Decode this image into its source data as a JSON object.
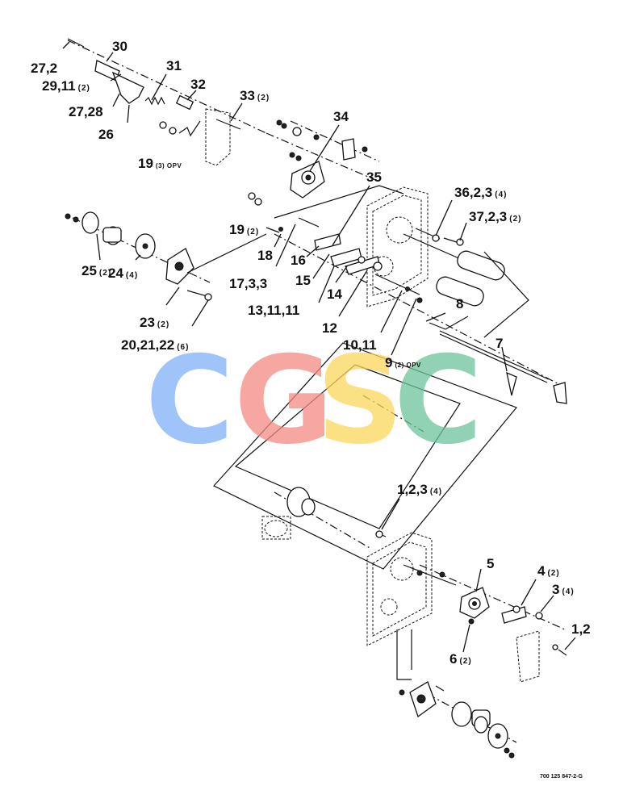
{
  "callouts": [
    {
      "id": "c30",
      "num": "30",
      "sub": ""
    },
    {
      "id": "c27-2a",
      "num": "27,2",
      "sub": ""
    },
    {
      "id": "c29",
      "num": "29,11",
      "sub": "(2)"
    },
    {
      "id": "c31",
      "num": "31",
      "sub": ""
    },
    {
      "id": "c32",
      "num": "32",
      "sub": ""
    },
    {
      "id": "c27-28",
      "num": "27,28",
      "sub": ""
    },
    {
      "id": "c26",
      "num": "26",
      "sub": ""
    },
    {
      "id": "c33",
      "num": "33",
      "sub": "(2)"
    },
    {
      "id": "c34",
      "num": "34",
      "sub": ""
    },
    {
      "id": "c19a",
      "num": "19",
      "sub": "(3) OPV"
    },
    {
      "id": "c35",
      "num": "35",
      "sub": ""
    },
    {
      "id": "c36",
      "num": "36,2,3",
      "sub": "(4)"
    },
    {
      "id": "c37",
      "num": "37,2,3",
      "sub": "(2)"
    },
    {
      "id": "c19b",
      "num": "19",
      "sub": "(2)"
    },
    {
      "id": "c18",
      "num": "18",
      "sub": ""
    },
    {
      "id": "c16",
      "num": "16",
      "sub": ""
    },
    {
      "id": "c25",
      "num": "25",
      "sub": "(2)"
    },
    {
      "id": "c24",
      "num": "24",
      "sub": "(4)"
    },
    {
      "id": "c17",
      "num": "17,3,3",
      "sub": ""
    },
    {
      "id": "c15",
      "num": "15",
      "sub": ""
    },
    {
      "id": "c8",
      "num": "8",
      "sub": ""
    },
    {
      "id": "c14",
      "num": "14",
      "sub": ""
    },
    {
      "id": "c13",
      "num": "13,11,11",
      "sub": ""
    },
    {
      "id": "c23",
      "num": "23",
      "sub": "(2)"
    },
    {
      "id": "c12",
      "num": "12",
      "sub": ""
    },
    {
      "id": "c7",
      "num": "7",
      "sub": ""
    },
    {
      "id": "c20",
      "num": "20,21,22",
      "sub": "(6)"
    },
    {
      "id": "c10",
      "num": "10,11",
      "sub": ""
    },
    {
      "id": "c9",
      "num": "9",
      "sub": "(2) OPV"
    },
    {
      "id": "c1a",
      "num": "1,2,3",
      "sub": "(4)"
    },
    {
      "id": "c5",
      "num": "5",
      "sub": ""
    },
    {
      "id": "c4",
      "num": "4",
      "sub": "(2)"
    },
    {
      "id": "c3",
      "num": "3",
      "sub": "(4)"
    },
    {
      "id": "c1b",
      "num": "1,2",
      "sub": ""
    },
    {
      "id": "c6",
      "num": "6",
      "sub": "(2)"
    }
  ],
  "watermark": {
    "letters": [
      "C",
      "G",
      "S",
      "C"
    ],
    "colors": [
      "#7fb1f7",
      "#f48a82",
      "#fbd65c",
      "#6cc39a"
    ]
  },
  "drawing_number": "700 125 847-2-G"
}
